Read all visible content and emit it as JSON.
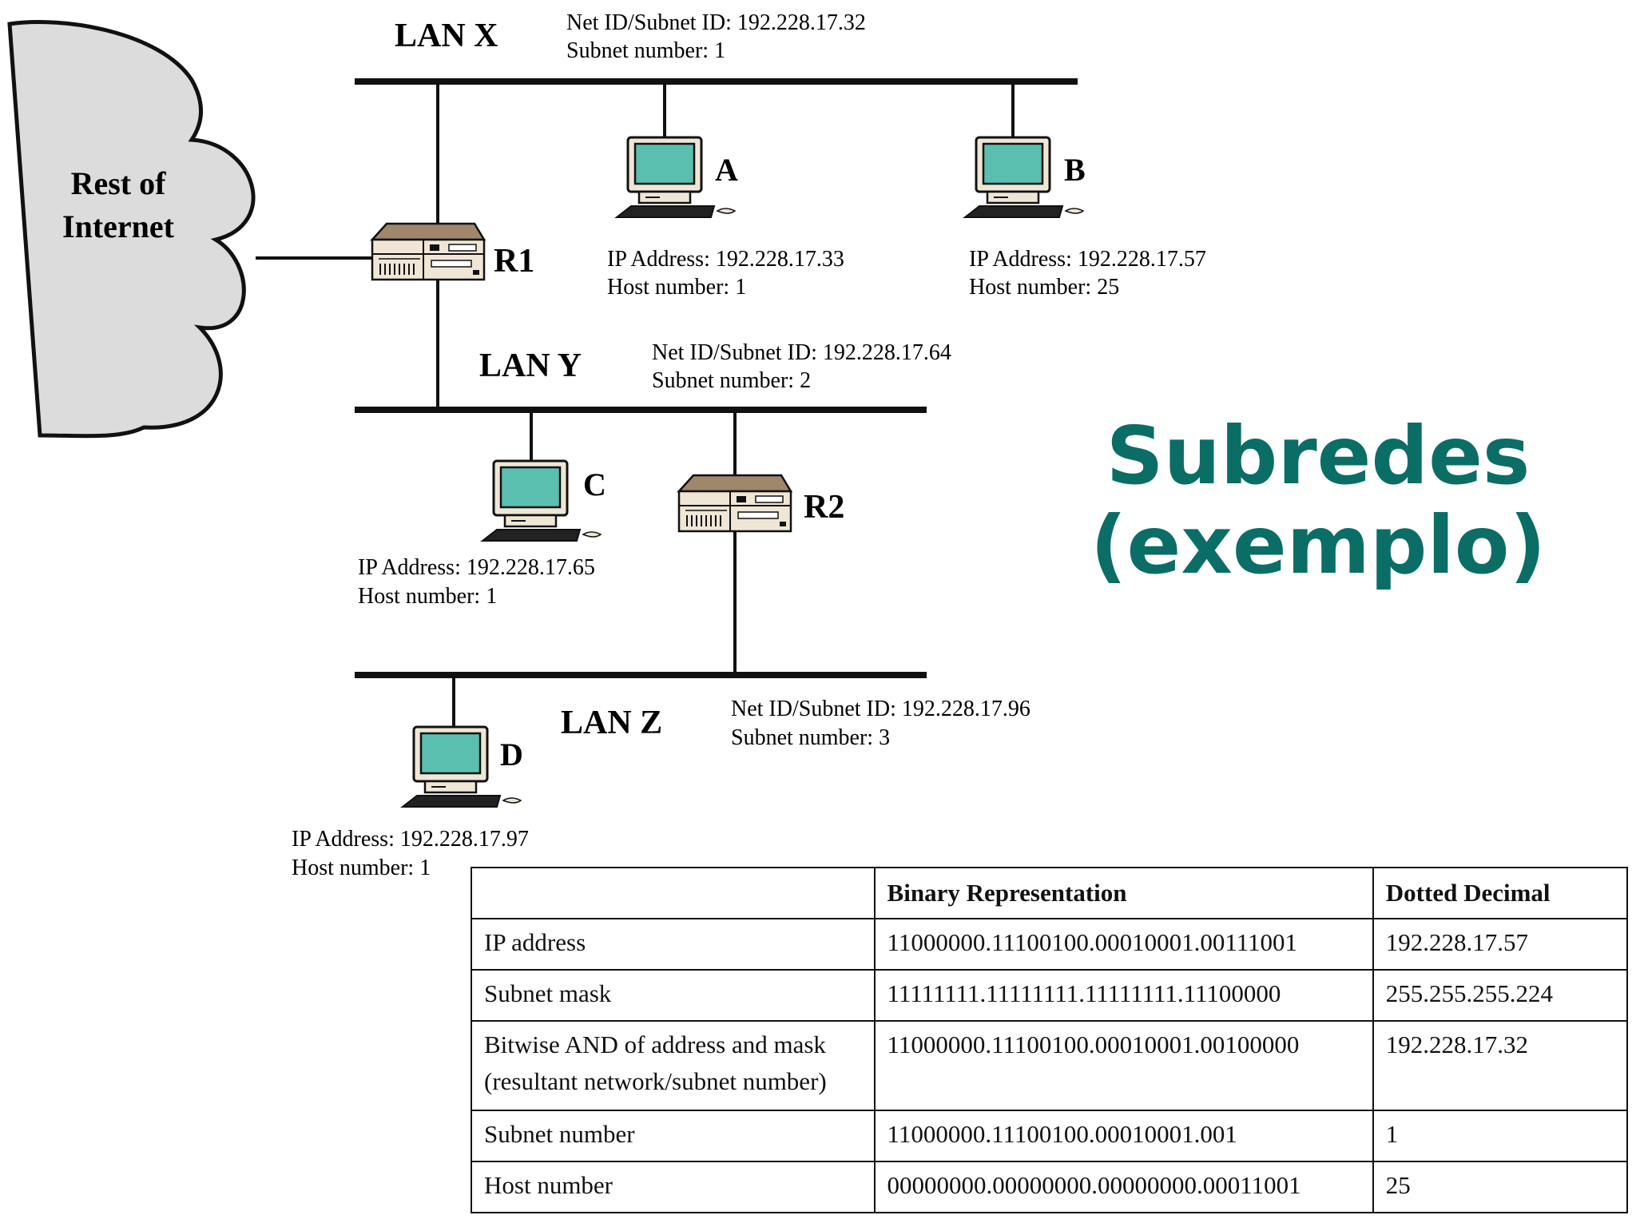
{
  "title": {
    "line1": "Subredes",
    "line2": "(exemplo)"
  },
  "cloud": {
    "line1": "Rest of",
    "line2": "Internet"
  },
  "lans": {
    "x": {
      "name": "LAN X",
      "net_id": "Net ID/Subnet ID: 192.228.17.32",
      "subnet": "Subnet number: 1"
    },
    "y": {
      "name": "LAN Y",
      "net_id": "Net ID/Subnet ID: 192.228.17.64",
      "subnet": "Subnet number: 2"
    },
    "z": {
      "name": "LAN Z",
      "net_id": "Net ID/Subnet ID: 192.228.17.96",
      "subnet": "Subnet number: 3"
    }
  },
  "routers": {
    "r1": "R1",
    "r2": "R2"
  },
  "hosts": {
    "a": {
      "label": "A",
      "ip": "IP Address: 192.228.17.33",
      "host": "Host number: 1"
    },
    "b": {
      "label": "B",
      "ip": "IP Address: 192.228.17.57",
      "host": "Host number: 25"
    },
    "c": {
      "label": "C",
      "ip": "IP Address: 192.228.17.65",
      "host": "Host number: 1"
    },
    "d": {
      "label": "D",
      "ip": "IP Address: 192.228.17.97",
      "host": "Host number: 1"
    }
  },
  "table": {
    "headers": [
      "",
      "Binary Representation",
      "Dotted Decimal"
    ],
    "rows": [
      {
        "label": "IP address",
        "binary": "11000000.11100100.00010001.00111001",
        "dotted": "192.228.17.57"
      },
      {
        "label": "Subnet mask",
        "binary": "11111111.11111111.11111111.11100000",
        "dotted": "255.255.255.224"
      },
      {
        "label": "Bitwise AND of address and mask",
        "label2": "(resultant network/subnet number)",
        "binary": "11000000.11100100.00010001.00100000",
        "dotted": "192.228.17.32"
      },
      {
        "label": "Subnet number",
        "binary": "11000000.11100100.00010001.001",
        "dotted": "1"
      },
      {
        "label": "Host number",
        "binary": "00000000.00000000.00000000.00011001",
        "dotted": "25"
      }
    ]
  },
  "colors": {
    "title": "#0b6e66",
    "screen": "#5bbfb0",
    "cloud": "#dcdcdc",
    "router": "#a0866a"
  }
}
